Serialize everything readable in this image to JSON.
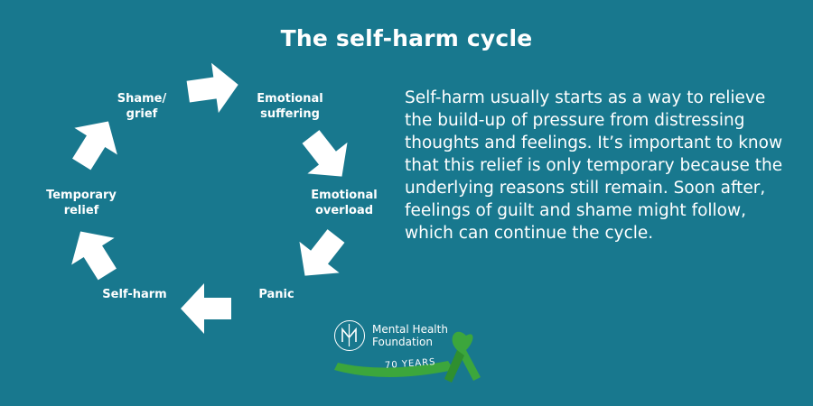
{
  "title": "The self-harm cycle",
  "cycle": {
    "stages": [
      "Emotional\nsuffering",
      "Emotional\noverload",
      "Panic",
      "Self-harm",
      "Temporary\nrelief",
      "Shame/\ngrief"
    ]
  },
  "body_text": "Self-harm usually starts as a way to relieve the build-up of pressure from distressing thoughts and feelings. It’s important to know that this relief is only temporary because the underlying reasons still remain. Soon after, feelings of guilt and shame might follow, which can continue the cycle.",
  "logo": {
    "name": "Mental Health\nFoundation",
    "anniversary": "70 YEARS",
    "ribbon_color": "#3ca63c"
  },
  "colors": {
    "background": "#18788e",
    "foreground": "#ffffff"
  }
}
